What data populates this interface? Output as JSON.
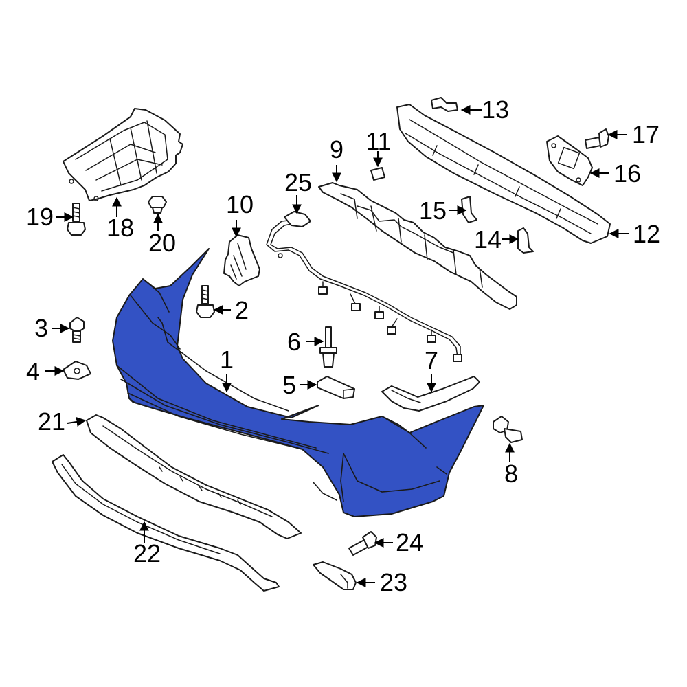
{
  "colors": {
    "highlight": "#3352C4",
    "line": "#1a1a1a",
    "background": "#ffffff"
  },
  "callouts": [
    {
      "id": "c1",
      "label": "1"
    },
    {
      "id": "c2",
      "label": "2"
    },
    {
      "id": "c3",
      "label": "3"
    },
    {
      "id": "c4",
      "label": "4"
    },
    {
      "id": "c5",
      "label": "5"
    },
    {
      "id": "c6",
      "label": "6"
    },
    {
      "id": "c7",
      "label": "7"
    },
    {
      "id": "c8",
      "label": "8"
    },
    {
      "id": "c9",
      "label": "9"
    },
    {
      "id": "c10",
      "label": "10"
    },
    {
      "id": "c11",
      "label": "11"
    },
    {
      "id": "c12",
      "label": "12"
    },
    {
      "id": "c13",
      "label": "13"
    },
    {
      "id": "c14",
      "label": "14"
    },
    {
      "id": "c15",
      "label": "15"
    },
    {
      "id": "c16",
      "label": "16"
    },
    {
      "id": "c17",
      "label": "17"
    },
    {
      "id": "c18",
      "label": "18"
    },
    {
      "id": "c19",
      "label": "19"
    },
    {
      "id": "c20",
      "label": "20"
    },
    {
      "id": "c21",
      "label": "21"
    },
    {
      "id": "c22",
      "label": "22"
    },
    {
      "id": "c23",
      "label": "23"
    },
    {
      "id": "c24",
      "label": "24"
    },
    {
      "id": "c25",
      "label": "25"
    }
  ]
}
